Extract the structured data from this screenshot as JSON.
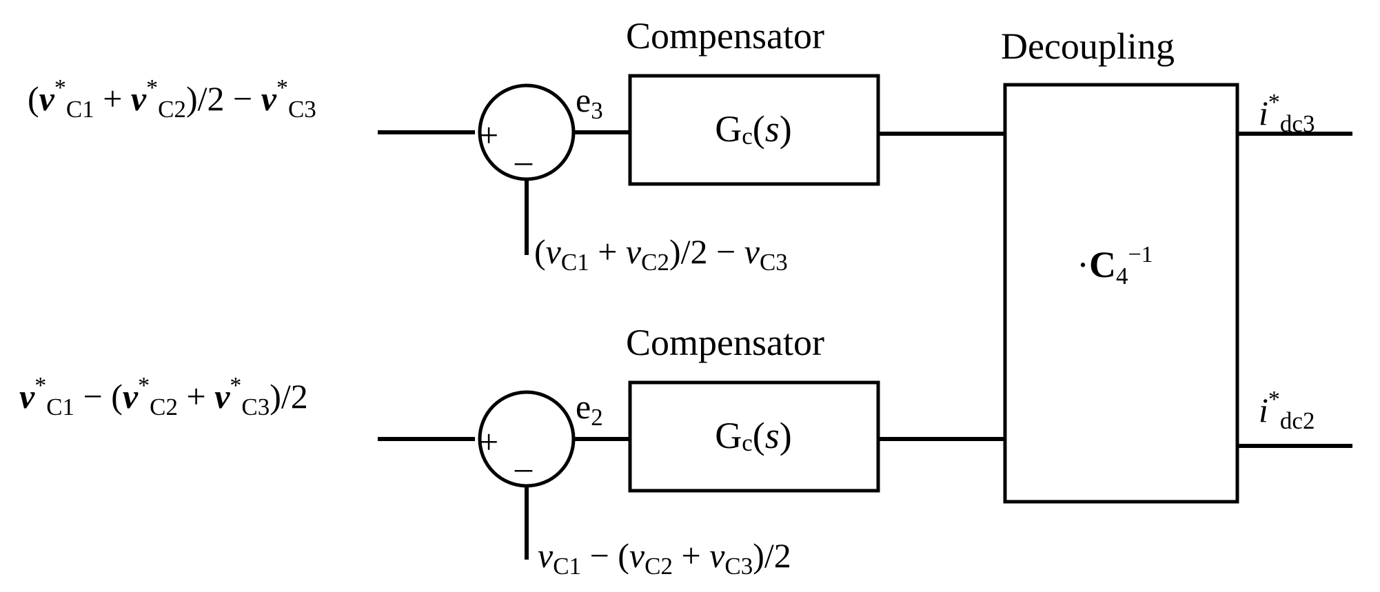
{
  "top_branch": {
    "compensator_heading": "Compensator",
    "reference_input": {
      "open_paren": "(",
      "v1": "v",
      "star1": "*",
      "c1": "C1",
      "plus": " + ",
      "v2": "v",
      "star2": "*",
      "c2": "C2",
      "tail": ")/2 − ",
      "v3": "v",
      "star3": "*",
      "c3": "C3"
    },
    "feedback_input": {
      "open_paren": "(",
      "v1": "v",
      "c1": "C1",
      "plus": " + ",
      "v2": "v",
      "c2": "C2",
      "tail": ")/2 − ",
      "v3": "v",
      "c3": "C3"
    },
    "error_signal": {
      "base": "e",
      "index": "3"
    },
    "summing_plus": "+",
    "summing_minus": "–",
    "block": {
      "g": "G",
      "c": "c",
      "open": "(",
      "s": "s",
      "close": ")"
    },
    "output": {
      "i": "i",
      "star": "*",
      "sub": "dc3"
    }
  },
  "bottom_branch": {
    "compensator_heading": "Compensator",
    "reference_input": {
      "v1": "v",
      "star1": "*",
      "c1": "C1",
      "mid": " − (",
      "v2": "v",
      "star2": "*",
      "c2": "C2",
      "plus": " + ",
      "v3": "v",
      "star3": "*",
      "c3": "C3",
      "tail": ")/2"
    },
    "feedback_input": {
      "v1": "v",
      "c1": "C1",
      "mid": " − (",
      "v2": "v",
      "c2": "C2",
      "plus": " + ",
      "v3": "v",
      "c3": "C3",
      "tail": ")/2"
    },
    "error_signal": {
      "base": "e",
      "index": "2"
    },
    "summing_plus": "+",
    "summing_minus": "–",
    "block": {
      "g": "G",
      "c": "c",
      "open": "(",
      "s": "s",
      "close": ")"
    },
    "output": {
      "i": "i",
      "star": "*",
      "sub": "dc2"
    }
  },
  "decoupling": {
    "heading": "Decoupling",
    "dot": "·",
    "matrix": "C",
    "sub": "4",
    "sup": "−1"
  }
}
